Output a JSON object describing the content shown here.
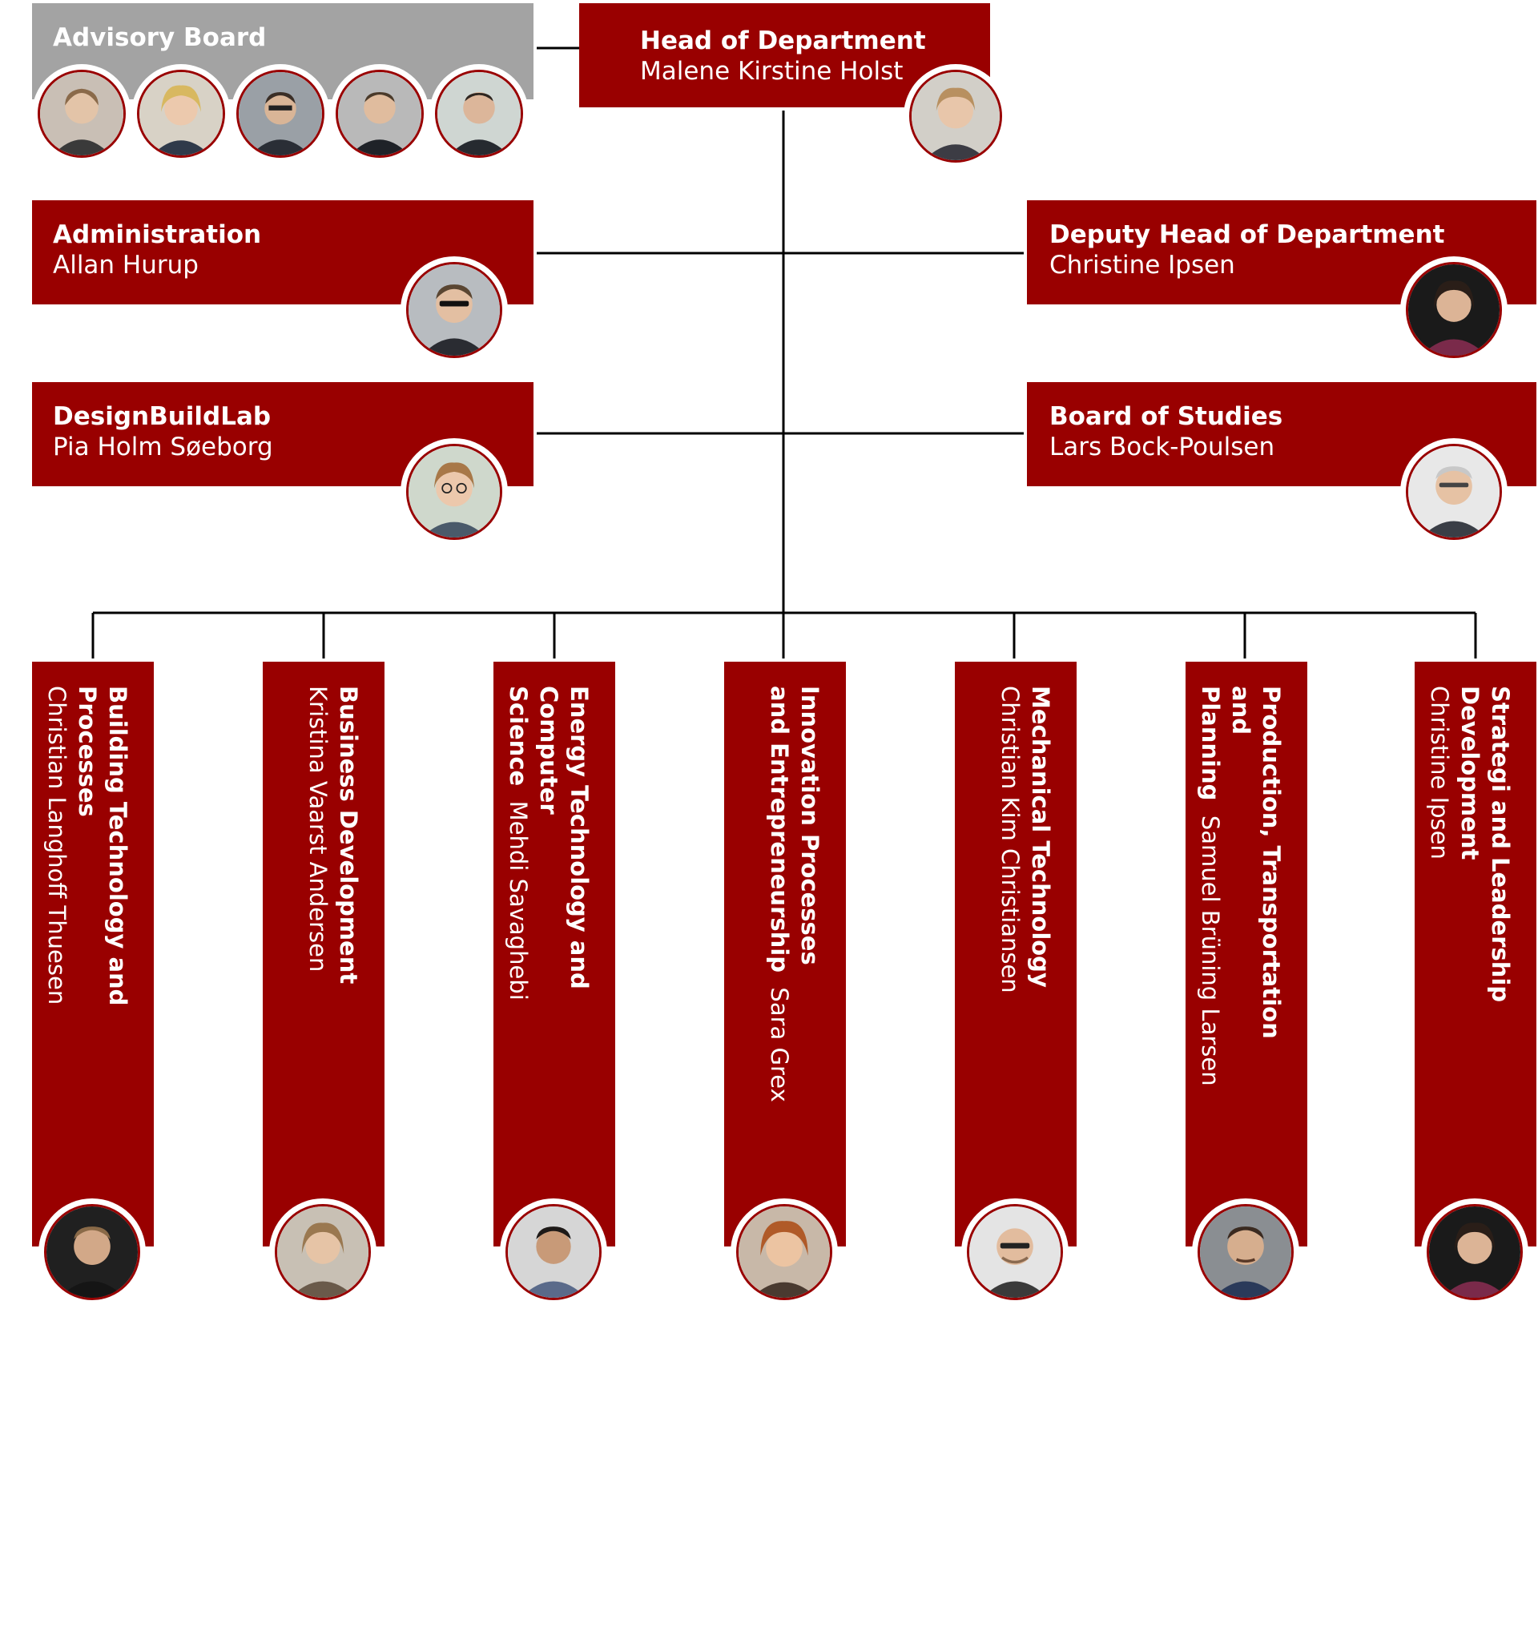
{
  "advisory_board": {
    "title": "Advisory Board",
    "members": 5
  },
  "head": {
    "title": "Head of Department",
    "person": "Malene Kirstine Holst"
  },
  "administration": {
    "title": "Administration",
    "person": "Allan Hurup"
  },
  "deputy": {
    "title": "Deputy Head of Department",
    "person": "Christine Ipsen"
  },
  "designbuildlab": {
    "title": "DesignBuildLab",
    "person": "Pia Holm Søeborg"
  },
  "board_of_studies": {
    "title": "Board of Studies",
    "person": "Lars Bock-Poulsen"
  },
  "sections": [
    {
      "title_lines": [
        "Building Technology and Processes"
      ],
      "person": "Christian Langhoff Thuesen"
    },
    {
      "title_lines": [
        "Business Development"
      ],
      "person": "Kristina Vaarst Andersen"
    },
    {
      "title_lines": [
        "Energy Technology and",
        "Computer Science"
      ],
      "person": "Mehdi Savaghebi"
    },
    {
      "title_lines": [
        "Innovation Processes",
        "and Entrepreneurship"
      ],
      "person": "Sara Grex"
    },
    {
      "title_lines": [
        "Mechanical Technology"
      ],
      "person": "Christian Kim Christiansen"
    },
    {
      "title_lines": [
        "Production, Transportation",
        "and Planning"
      ],
      "person": "Samuel Brüning Larsen"
    },
    {
      "title_lines": [
        "Strategi and Leadership Development"
      ],
      "person": "Christine Ipsen"
    }
  ],
  "colors": {
    "primary": "#990000",
    "advisory": "#a3a3a3",
    "connector": "#000000"
  }
}
